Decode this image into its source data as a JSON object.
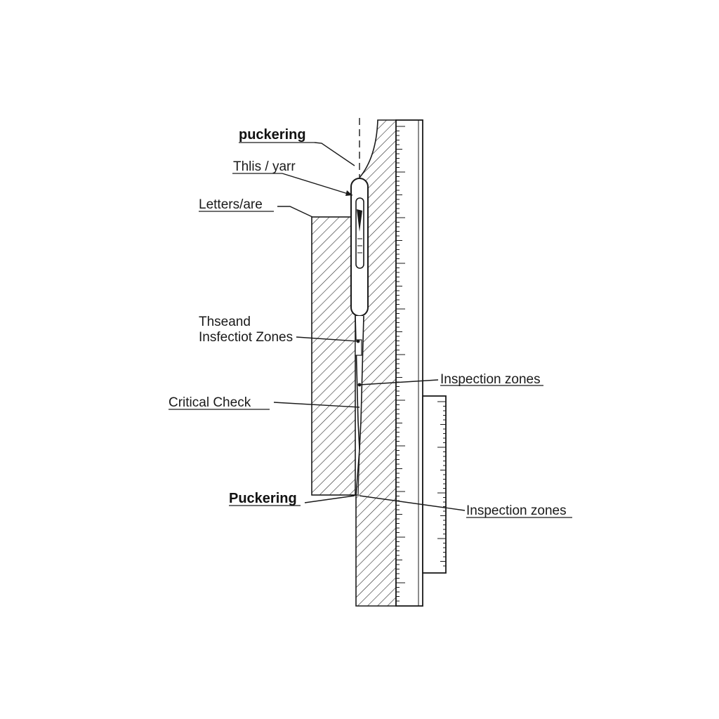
{
  "labels": {
    "puckering_top": "puckering",
    "thread_yarn": "Thlis / yarr",
    "letters_are": "Letters/are",
    "thread_line1": "Thseand",
    "thread_line2": "Insfectiot Zones",
    "critical_check": "Critical Check",
    "inspection_zones_1": "Inspection zones",
    "puckering_bottom": "Puckering",
    "inspection_zones_2": "Inspection zones"
  },
  "colors": {
    "ink": "#1a1a1a",
    "background": "#ffffff"
  },
  "icons": {
    "needle": "sewing-needle-icon"
  }
}
